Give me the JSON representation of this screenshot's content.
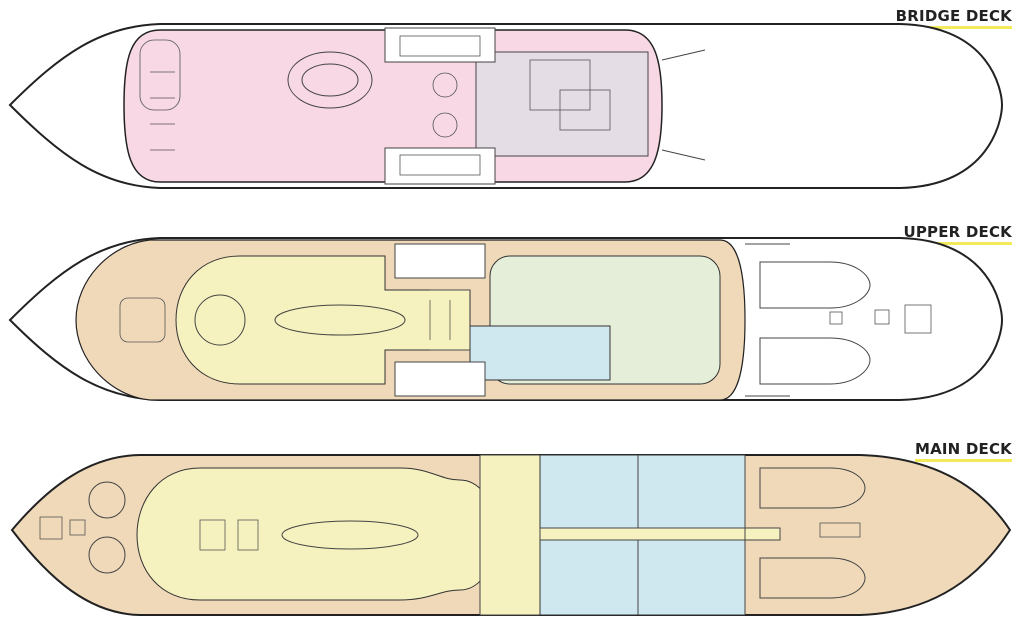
{
  "decks": [
    {
      "label": "BRIDGE DECK"
    },
    {
      "label": "UPPER DECK"
    },
    {
      "label": "MAIN DECK"
    }
  ],
  "colors": {
    "bridge_area": "#f7d8e4",
    "bridge_wheelhouse": "#e4dde6",
    "lounge_tan": "#efd9b9",
    "saloon_yellow": "#f6f2bf",
    "cabin_blue": "#cfe7ee",
    "owner_green": "#e5eed8",
    "label_underline": "#f2ea5a"
  }
}
